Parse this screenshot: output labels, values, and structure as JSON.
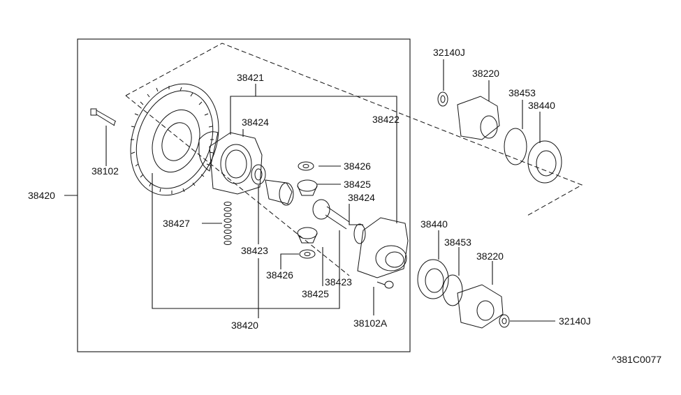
{
  "diagram": {
    "labels": {
      "p32140J_top": "32140J",
      "p38220_top": "38220",
      "p38453_top": "38453",
      "p38440_top": "38440",
      "p38421": "38421",
      "p38422": "38422",
      "p38424_a": "38424",
      "p38426_a": "38426",
      "p38425_a": "38425",
      "p38424_b": "38424",
      "p38102": "38102",
      "p38420_left": "38420",
      "p38427": "38427",
      "p38423_a": "38423",
      "p38426_b": "38426",
      "p38423_b": "38423",
      "p38425_b": "38425",
      "p38420_bottom": "38420",
      "p38102A": "38102A",
      "p38440_bot": "38440",
      "p38453_bot": "38453",
      "p38220_bot": "38220",
      "p32140J_bot": "32140J",
      "footer_code": "^381C0077"
    }
  }
}
